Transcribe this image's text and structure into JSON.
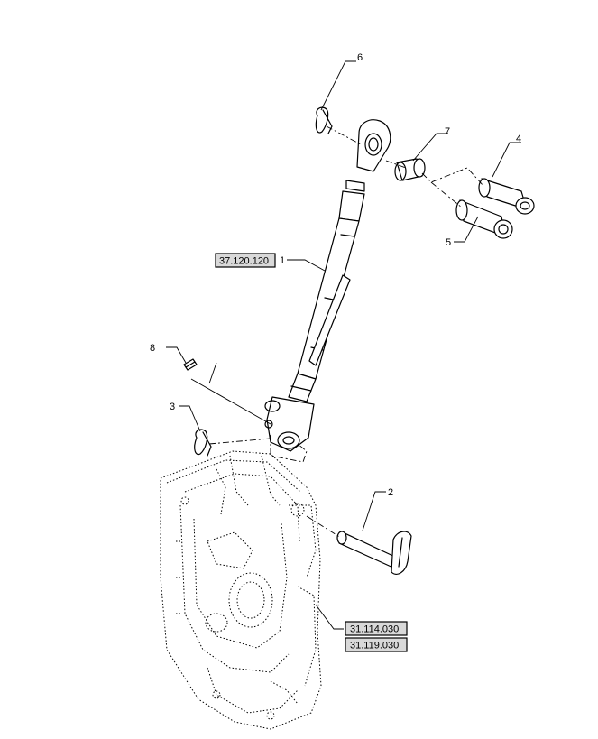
{
  "callouts": {
    "c1": "1",
    "c2": "2",
    "c3": "3",
    "c4": "4",
    "c5": "5",
    "c6": "6",
    "c7": "7",
    "c8": "8"
  },
  "references": {
    "r1": "37.120.120",
    "r2": "31.114.030",
    "r3": "31.119.030"
  }
}
